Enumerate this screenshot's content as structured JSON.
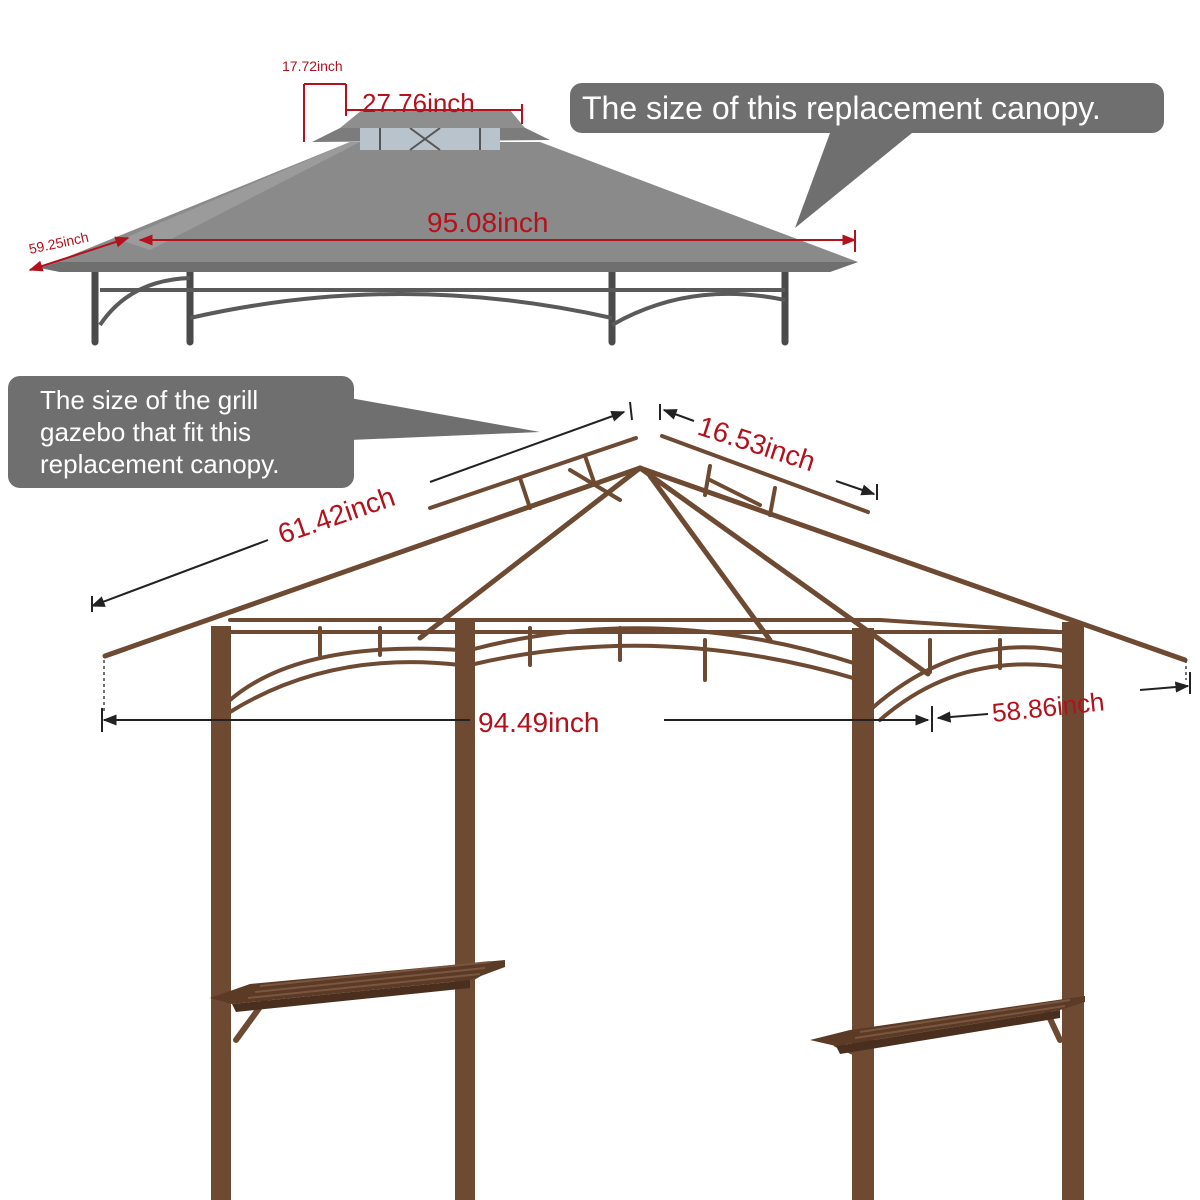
{
  "canopy_callout": "The size of this replacement canopy.",
  "gazebo_callout_lines": [
    "The size of the grill",
    "gazebo that fit this",
    "replacement canopy."
  ],
  "canopy_dims": {
    "top_offset": "17.72inch",
    "top_width": "27.76inch",
    "length": "95.08inch",
    "depth": "59.25inch"
  },
  "frame_dims": {
    "roof_slope": "61.42inch",
    "top_rafter": "16.53inch",
    "length": "94.49inch",
    "depth": "58.86inch"
  },
  "colors": {
    "canopy": "#8a8a8a",
    "canopy_frame": "#4a4a4a",
    "gazebo_frame": "#6e4a33",
    "dimension": "#b3121d",
    "callout": "#6f6f6f"
  }
}
